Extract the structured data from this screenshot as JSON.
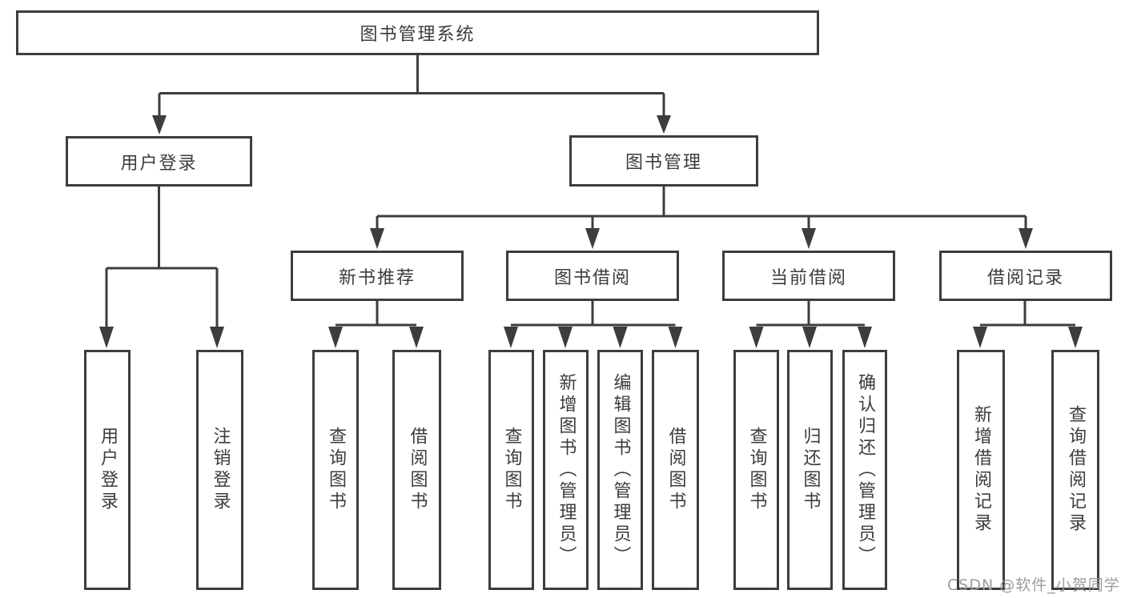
{
  "diagram": {
    "root": {
      "label": "图书管理系统"
    },
    "branches": [
      {
        "label": "用户登录",
        "children": [
          {
            "label": "用户登录"
          },
          {
            "label": "注销登录"
          }
        ]
      },
      {
        "label": "图书管理",
        "children": [
          {
            "label": "新书推荐",
            "children": [
              {
                "label": "查询图书"
              },
              {
                "label": "借阅图书"
              }
            ]
          },
          {
            "label": "图书借阅",
            "children": [
              {
                "label": "查询图书"
              },
              {
                "label": "新增图书（管理员）"
              },
              {
                "label": "编辑图书（管理员）"
              },
              {
                "label": "借阅图书"
              }
            ]
          },
          {
            "label": "当前借阅",
            "children": [
              {
                "label": "查询图书"
              },
              {
                "label": "归还图书"
              },
              {
                "label": "确认归还（管理员）"
              }
            ]
          },
          {
            "label": "借阅记录",
            "children": [
              {
                "label": "新增借阅记录"
              },
              {
                "label": "查询借阅记录"
              }
            ]
          }
        ]
      }
    ]
  },
  "watermark": {
    "text": "CSDN @软件_小贺同学"
  },
  "colors": {
    "line": "#3d3d40",
    "text": "#3c3c40",
    "background": "#ffffff",
    "watermark": "#9c9c9c"
  }
}
